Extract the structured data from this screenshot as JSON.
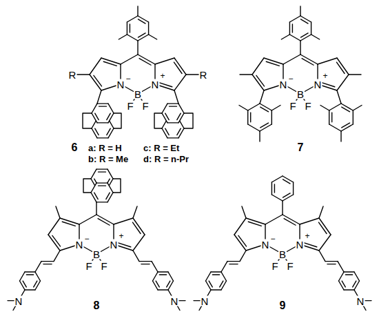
{
  "diagram": {
    "labels": [
      "6",
      "a: R = H",
      "c: R = Et",
      "b: R = Me",
      "d: R = n-Pr",
      "R",
      "N",
      "B",
      "N",
      "R",
      "F",
      "F",
      "−",
      "+",
      "7",
      "N",
      "B",
      "N",
      "F",
      "F",
      "−",
      "+",
      "8",
      "N",
      "B",
      "N",
      "F",
      "F",
      "−",
      "+",
      "N",
      "N",
      "9",
      "N",
      "B",
      "N",
      "F",
      "F",
      "−",
      "+",
      "N",
      "N"
    ]
  }
}
